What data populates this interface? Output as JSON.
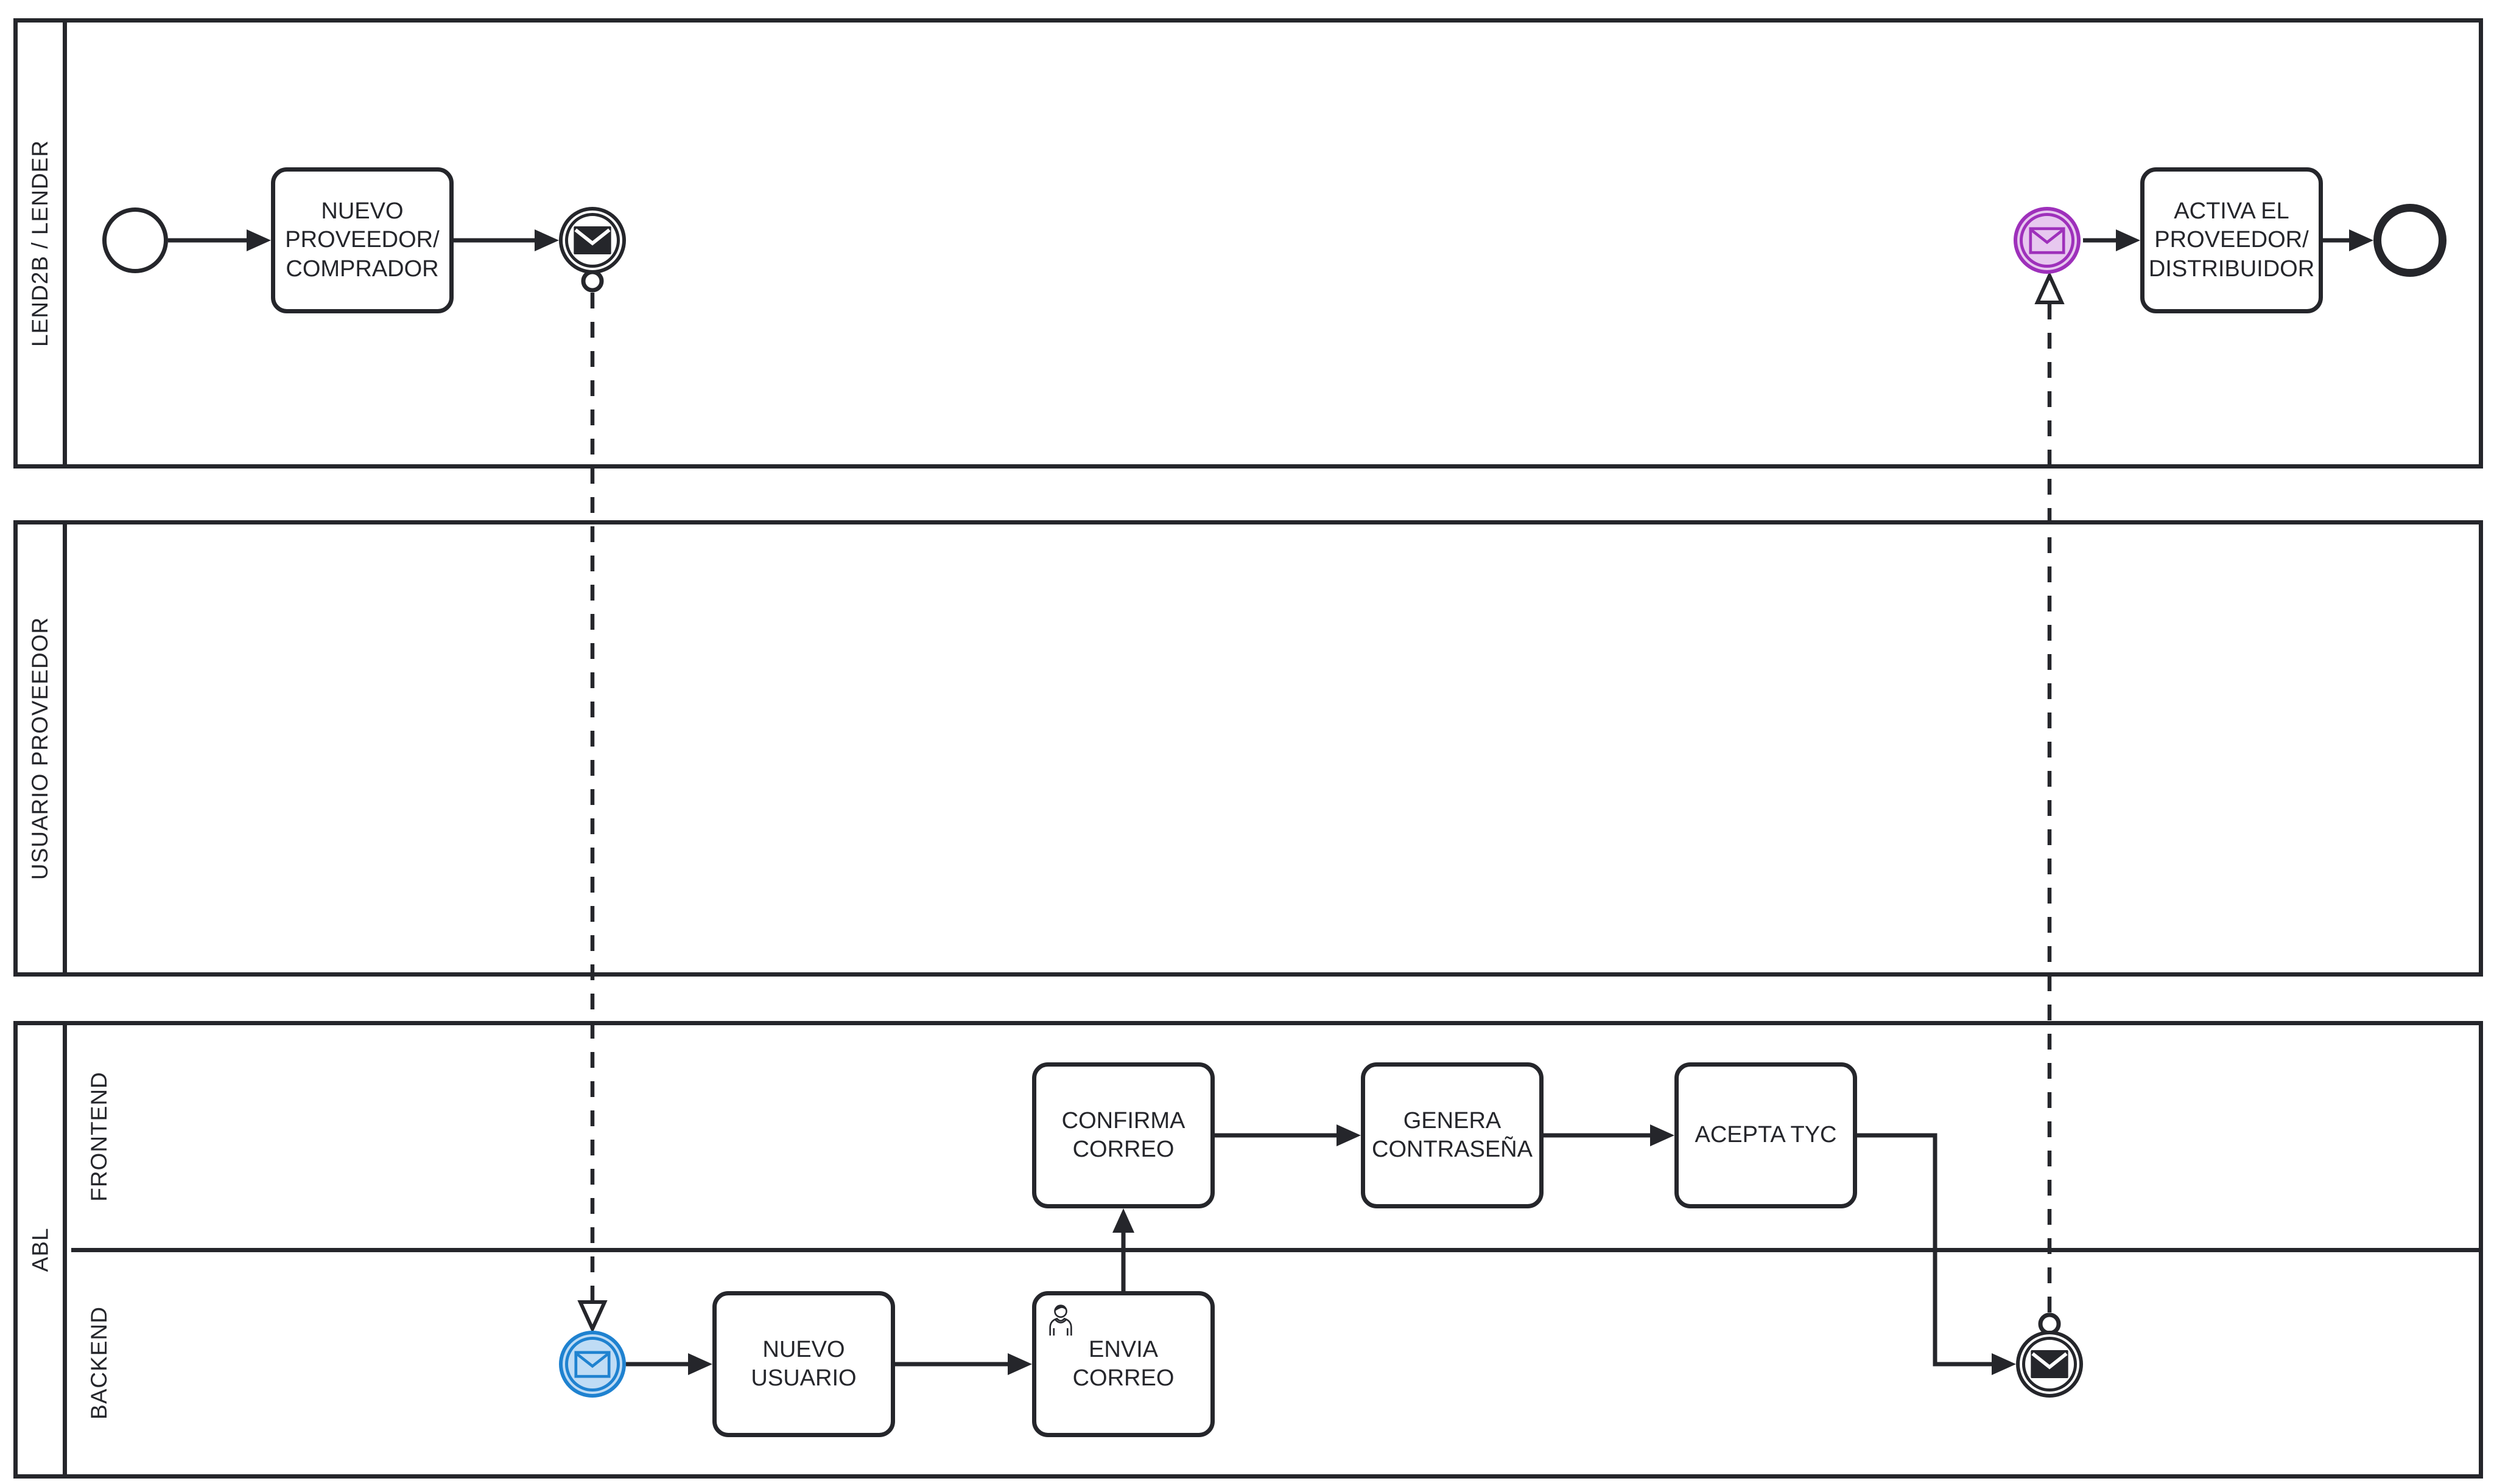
{
  "pools": [
    {
      "label": "LEND2B / LENDER"
    },
    {
      "label": "USUARIO PROVEEDOR"
    },
    {
      "label": "ABL",
      "lanes": [
        {
          "label": "FRONTEND"
        },
        {
          "label": "BACKEND"
        }
      ]
    }
  ],
  "tasks": {
    "nuevo_proveedor": {
      "label": "NUEVO\nPROVEEDOR/\nCOMPRADOR"
    },
    "activa_proveedor": {
      "label": "ACTIVA EL\nPROVEEDOR/\nDISTRIBUIDOR"
    },
    "confirma_correo": {
      "label": "CONFIRMA\nCORREO"
    },
    "genera_contrasena": {
      "label": "GENERA\nCONTRASEÑA"
    },
    "acepta_tyc": {
      "label": "ACEPTA TYC"
    },
    "nuevo_usuario": {
      "label": "NUEVO\nUSUARIO"
    },
    "envia_correo": {
      "label": "ENVIA\nCORREO"
    }
  },
  "icons": {
    "message_throw": "envelope-filled-icon",
    "message_catch": "envelope-outline-icon",
    "user_task": "person-icon",
    "message_flow_origin": "small-circle-marker"
  },
  "colors": {
    "ink": "#25262b",
    "background": "#ffffff",
    "blue_event_stroke": "#1f82d0",
    "blue_event_fill": "#bfdcf5",
    "purple_event_stroke": "#9e30bb",
    "purple_event_fill": "#e7c8ef"
  }
}
